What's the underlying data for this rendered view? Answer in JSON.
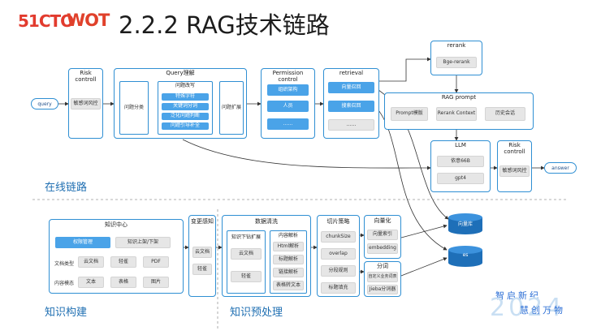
{
  "header": {
    "logo_left": "51CTO",
    "logo_right": "WOT",
    "title": "2.2.2 RAG技术链路"
  },
  "sections": {
    "online": "在线链路",
    "kb_build": "知识构建",
    "preprocess": "知识预处理"
  },
  "online": {
    "query_pill": "query",
    "answer_pill": "answer",
    "risk1": {
      "title": "Risk controll",
      "item": "敏感词风控"
    },
    "query_understanding": {
      "title": "Query理解",
      "classify": "问题分类",
      "rewrite_title": "问题改写",
      "rewrite_items": [
        "特殊字符",
        "关键词分词",
        "泛化问题判断",
        "问题引导补全"
      ],
      "expand": "问题扩展"
    },
    "permission": {
      "title": "Permission control",
      "items": [
        "组织架构",
        "人员",
        "……"
      ]
    },
    "retrieval": {
      "title": "retrieval",
      "items": [
        "向量召回",
        "搜索召回",
        "……"
      ]
    },
    "rerank": {
      "title": "rerank",
      "item": "Bge-rerank"
    },
    "rag_prompt": {
      "title": "RAG prompt",
      "items": [
        "Prompt模版",
        "Rerank Context",
        "历史会话"
      ]
    },
    "llm": {
      "title": "LLM",
      "items": [
        "依意66B",
        "gpt4"
      ]
    },
    "risk2": {
      "title": "Risk controll",
      "item": "敏感词风控"
    }
  },
  "kb_build": {
    "kb_center": {
      "title": "知识中心",
      "perm_btn": "权限管理",
      "upload_btn": "知识上架/下架",
      "doc_type_label": "文档类型",
      "doc_types": [
        "云文档",
        "轻雀",
        "PDF"
      ],
      "content_label": "内容模态",
      "content_types": [
        "文本",
        "表格",
        "图片"
      ]
    },
    "change": {
      "title": "变更感知",
      "items": [
        "云文档",
        "轻雀"
      ]
    }
  },
  "preprocess": {
    "cleaning": {
      "title": "数据清洗",
      "drill_title": "知识下钻扩展",
      "drill_items": [
        "云文档",
        "轻雀"
      ],
      "parse_title": "内容解析",
      "parse_items": [
        "Html解析",
        "标题解析",
        "链接解析",
        "表格转文本"
      ]
    },
    "chunking": {
      "title": "切片策略",
      "items": [
        "chunkSize",
        "overlap",
        "分段规则",
        "标题填充"
      ]
    },
    "vectorize": {
      "title": "向量化",
      "items": [
        "向量索引",
        "embedding"
      ]
    },
    "tokenize": {
      "title": "分词",
      "items": [
        "自定义业务词表",
        "Jieba分词器"
      ]
    }
  },
  "stores": {
    "vector": "向量库",
    "es": "es"
  },
  "branding": {
    "line1": "智启新纪",
    "line2": "慧创万物",
    "year": "2024"
  }
}
